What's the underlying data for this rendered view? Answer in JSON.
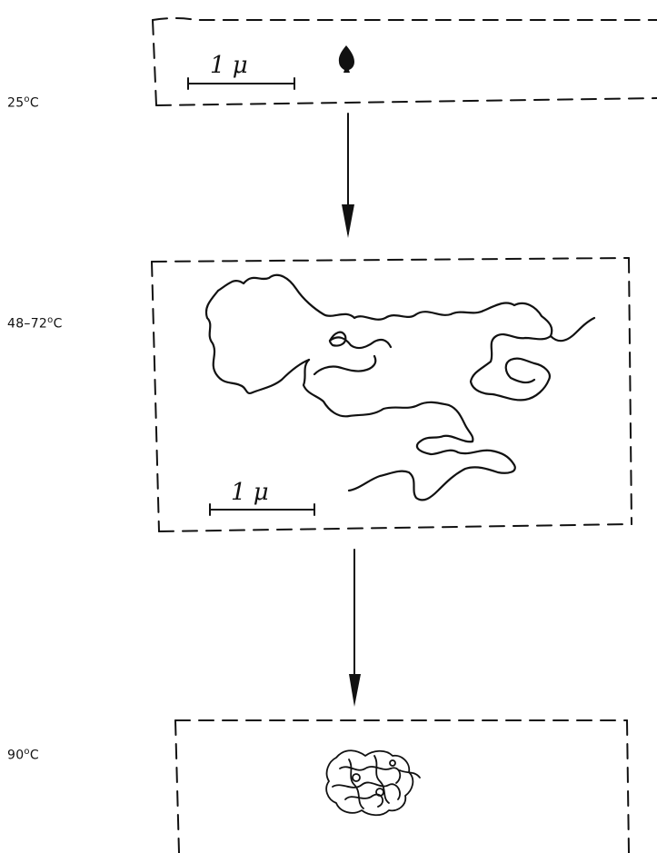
{
  "stages": [
    {
      "id": "low",
      "temperature": "25",
      "unit_symbol": "o",
      "unit_letter": "C",
      "scale_bar_label": "1 μ"
    },
    {
      "id": "mid",
      "temperature": "48–72",
      "unit_symbol": "o",
      "unit_letter": "C",
      "scale_bar_label": "1 μ"
    },
    {
      "id": "high",
      "temperature": "90",
      "unit_symbol": "o",
      "unit_letter": "C"
    }
  ],
  "colors": {
    "ink": "#111111",
    "background": "#ffffff"
  },
  "icons": {
    "arrow": "down-arrow-icon",
    "condensed_particle": "compact-particle-icon"
  }
}
